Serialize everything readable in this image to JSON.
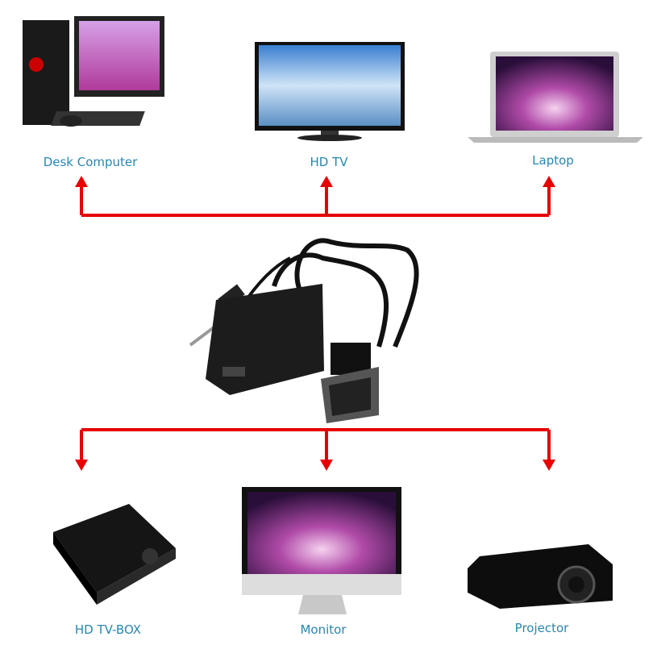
{
  "colors": {
    "label": "#2a86b0",
    "arrow": "#e60000"
  },
  "outputs_top": [
    {
      "label": "Desk Computer",
      "icon": "desktop-computer-icon"
    },
    {
      "label": "HD TV",
      "icon": "tv-icon"
    },
    {
      "label": "Laptop",
      "icon": "laptop-icon"
    }
  ],
  "center": {
    "icon": "hdmi-to-vga-adapter-icon"
  },
  "outputs_bottom": [
    {
      "label": "HD TV-BOX",
      "icon": "tv-box-icon"
    },
    {
      "label": "Monitor",
      "icon": "monitor-icon"
    },
    {
      "label": "Projector",
      "icon": "projector-icon"
    }
  ]
}
